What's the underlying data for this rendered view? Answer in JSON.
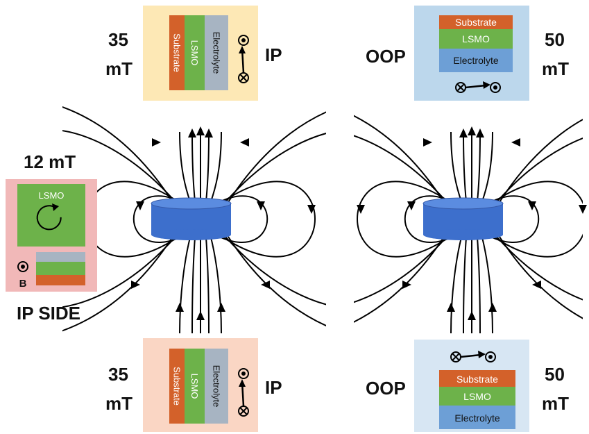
{
  "colors": {
    "substrate": "#d3612a",
    "lsmo": "#6db24a",
    "electrolyte_vertical": "#a7b4c2",
    "electrolyte_horizontal": "#6d9fd6",
    "field_lines": "#000000",
    "magnet_body": "#3d6fcc",
    "magnet_top": "#5b8ce0",
    "box_top_left": "#fde8b5",
    "box_bottom_left": "#fad6c4",
    "box_top_right": "#bcd7ec",
    "box_bottom_right": "#d7e6f3",
    "box_side": "#f1b8b8"
  },
  "layers": {
    "substrate": "Substrate",
    "lsmo": "LSMO",
    "electrolyte": "Electrolyte"
  },
  "labels": {
    "top_left_field": [
      "35",
      "mT"
    ],
    "top_left_orientation": "IP",
    "bottom_left_field": [
      "35",
      "mT"
    ],
    "bottom_left_orientation": "IP",
    "top_right_field": [
      "50",
      "mT"
    ],
    "top_right_orientation": "OOP",
    "bottom_right_field": [
      "50",
      "mT"
    ],
    "bottom_right_orientation": "OOP",
    "side_field": "12 mT",
    "side_title": "IP SIDE",
    "side_layer": "LSMO",
    "side_b": "B"
  },
  "icons": {
    "field_arrow": "magnetic-field-line-arrow-icon",
    "field_out": "field-out-of-page-icon",
    "field_in": "field-into-page-icon",
    "rotation": "circular-arrow-icon",
    "magnet": "disk-magnet-icon"
  }
}
